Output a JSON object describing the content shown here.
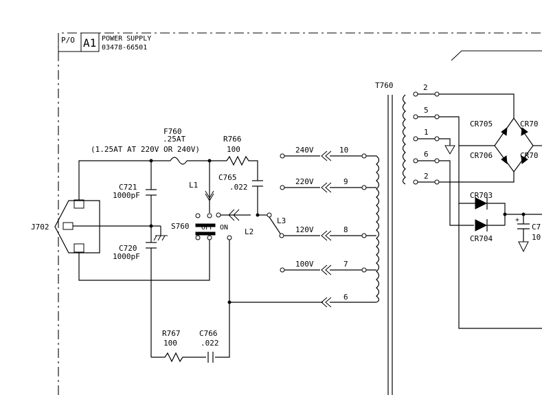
{
  "title_block": {
    "po_label": "P/O",
    "assembly_id": "A1",
    "assembly_name": "POWER SUPPLY",
    "part_number": "03478-66501"
  },
  "components": {
    "fuse": {
      "ref": "F760",
      "value": ".25AT",
      "note": "(1.25AT AT 220V OR 240V)"
    },
    "r766": {
      "ref": "R766",
      "value": "100"
    },
    "c765": {
      "ref": "C765",
      "value": ".022"
    },
    "c721": {
      "ref": "C721",
      "value": "1000pF"
    },
    "c720": {
      "ref": "C720",
      "value": "1000pF"
    },
    "r767": {
      "ref": "R767",
      "value": "100"
    },
    "c766": {
      "ref": "C766",
      "value": ".022"
    },
    "switch": {
      "ref": "S760",
      "off_label": "OFF",
      "on_label": "ON"
    },
    "link_l1": "L1",
    "link_l2": "L2",
    "link_l3": "L3",
    "connector": "J702",
    "transformer": "T760",
    "cr705": "CR705",
    "cr706": "CR706",
    "cr703": "CR703",
    "cr704": "CR704",
    "cr707_partial": "CR70",
    "cr708_partial": "CR70",
    "cap_partial_ref": "C7",
    "cap_partial_val": "10"
  },
  "voltage_taps": [
    {
      "voltage": "240V",
      "pin": "10"
    },
    {
      "voltage": "220V",
      "pin": "9"
    },
    {
      "voltage": "120V",
      "pin": "8"
    },
    {
      "voltage": "100V",
      "pin": "7"
    }
  ],
  "common_pin": "6",
  "secondary_pins": [
    "2",
    "5",
    "1",
    "6",
    "2"
  ]
}
